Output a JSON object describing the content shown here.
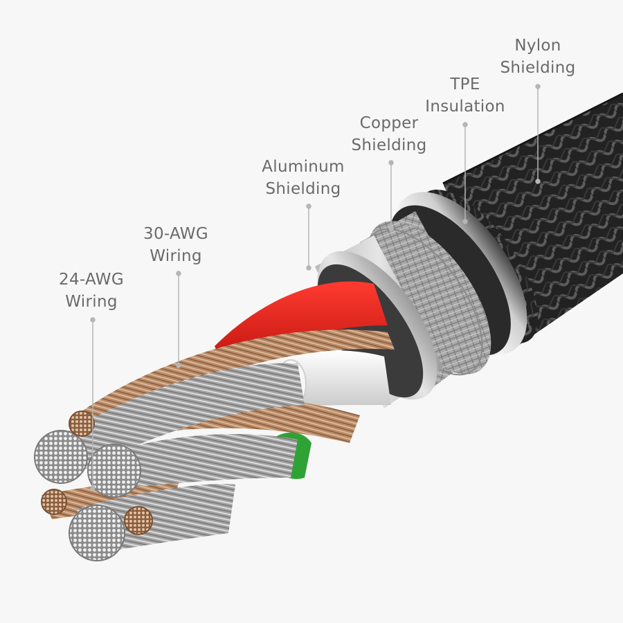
{
  "colors": {
    "background": "#f7f7f7",
    "label_text": "#6a6a6a",
    "leader_line": "#b5b5b5",
    "nylon": "#262626",
    "tpe": "#dcdcdc",
    "copper_braid": "#a5a5a5",
    "aluminum": "#c8c8c8",
    "red_wire": "#e0201a",
    "green_wire": "#2fa236",
    "copper_strand": "#b88660",
    "silver_strand": "#a8a8a8",
    "white_wire": "#f2f2f2"
  },
  "labels": [
    {
      "id": "nylon",
      "line1": "Nylon",
      "line2": "Shielding"
    },
    {
      "id": "tpe",
      "line1": "TPE",
      "line2": "Insulation"
    },
    {
      "id": "copper",
      "line1": "Copper",
      "line2": "Shielding"
    },
    {
      "id": "aluminum",
      "line1": "Aluminum",
      "line2": "Shielding"
    },
    {
      "id": "awg30",
      "line1": "30-AWG",
      "line2": "Wiring"
    },
    {
      "id": "awg24",
      "line1": "24-AWG",
      "line2": "Wiring"
    }
  ]
}
